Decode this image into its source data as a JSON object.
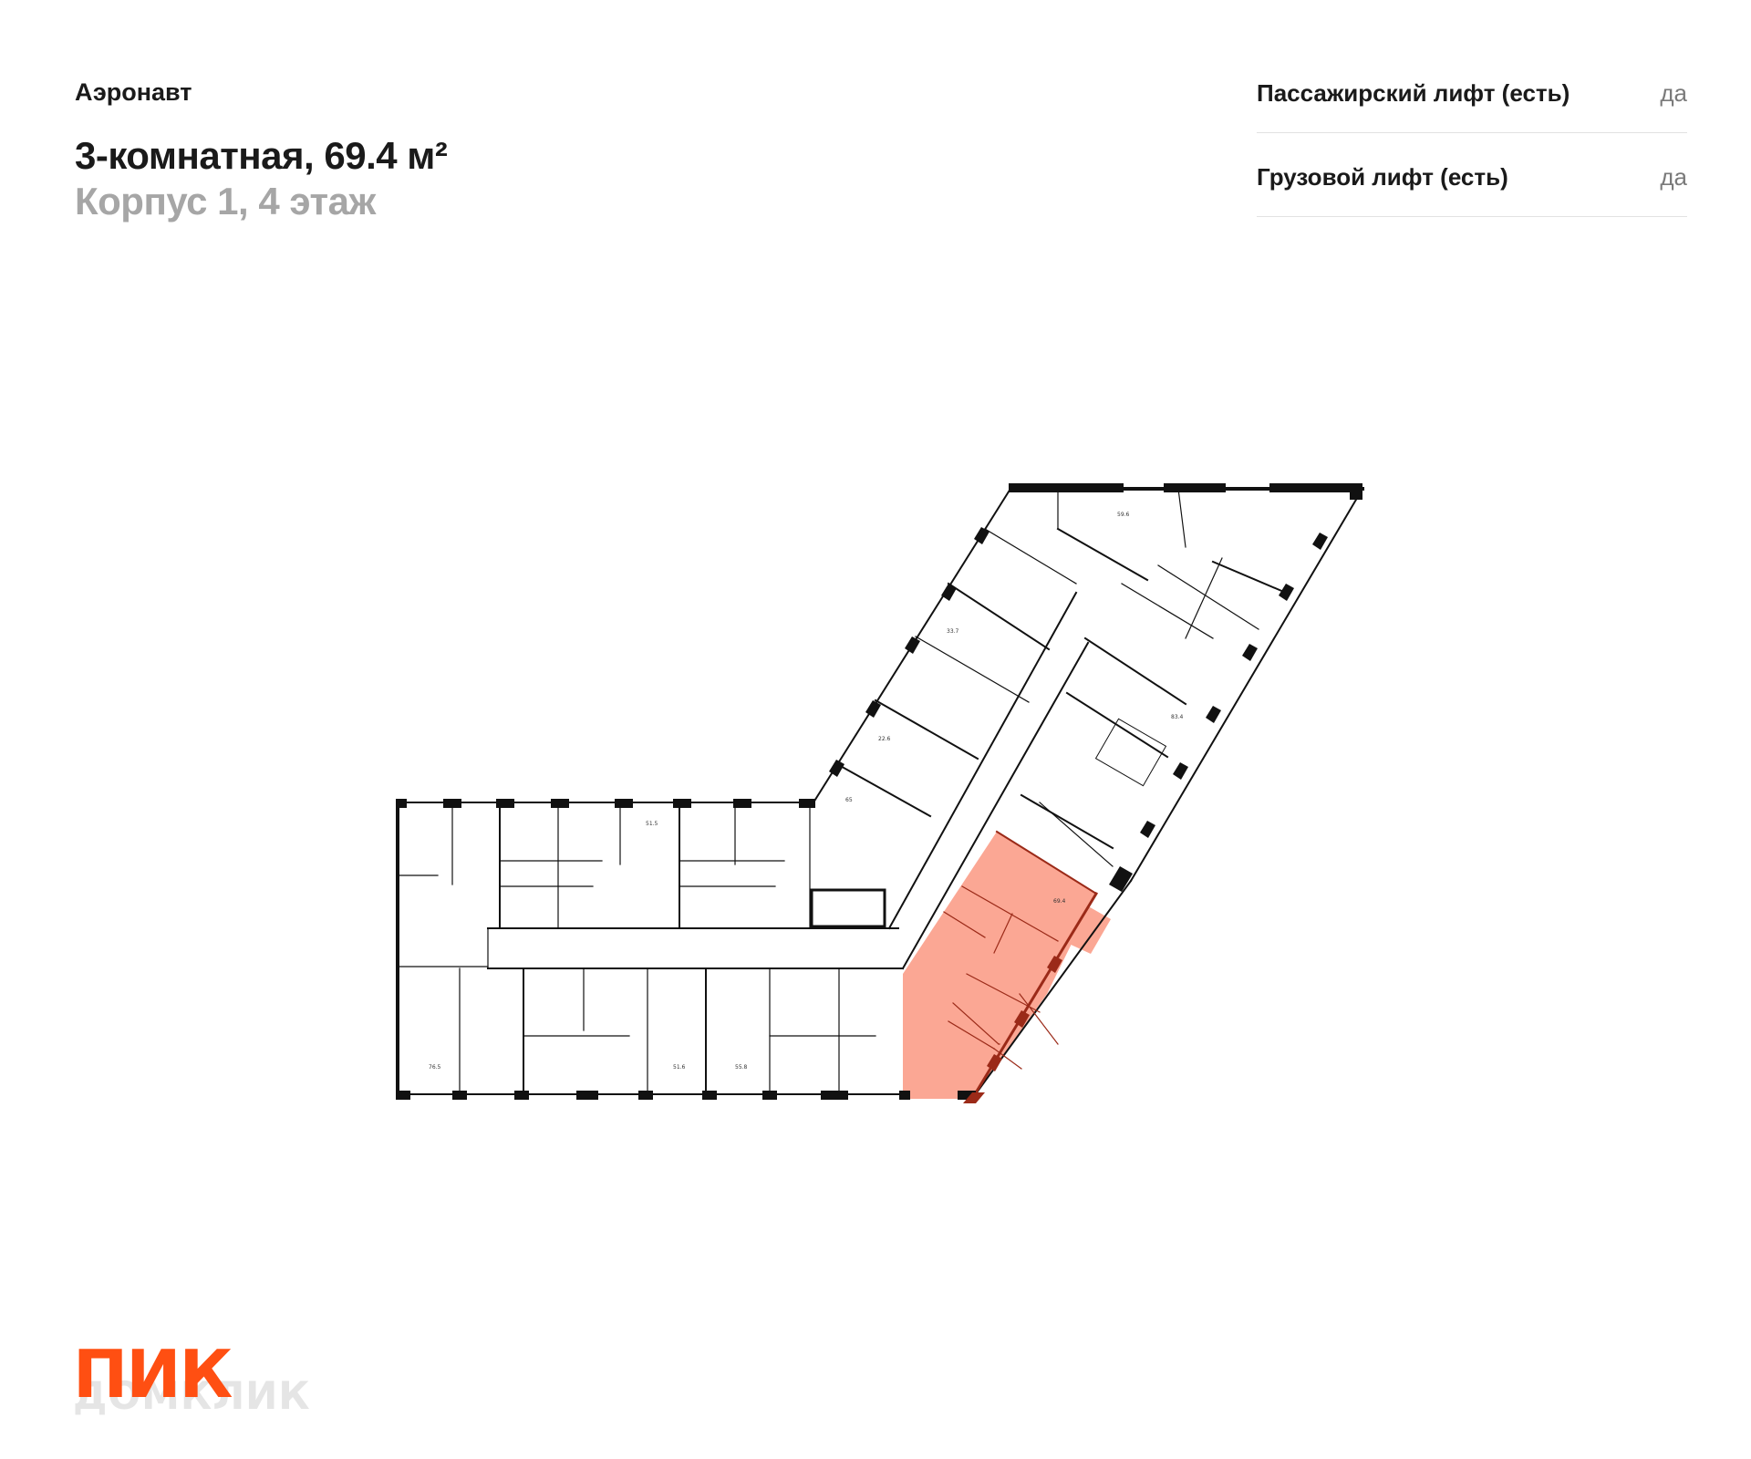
{
  "header": {
    "project_name": "Аэронавт",
    "apartment_title": "3-комнатная, 69.4 м²",
    "location": "Корпус 1, 4 этаж"
  },
  "features": [
    {
      "name": "Пассажирский лифт (есть)",
      "value": "да"
    },
    {
      "name": "Грузовой лифт (есть)",
      "value": "да"
    }
  ],
  "floor_plan": {
    "highlight_color": "#fba794",
    "highlight_wall_color": "#9b2a18",
    "apartment_areas": [
      "59.6",
      "33.7",
      "22.6",
      "65",
      "83.4",
      "69.4",
      "51.5",
      "76.5",
      "51.6",
      "55.8"
    ]
  },
  "logo": {
    "brand": "ПИК",
    "watermark": "ДОМКЛИК"
  }
}
